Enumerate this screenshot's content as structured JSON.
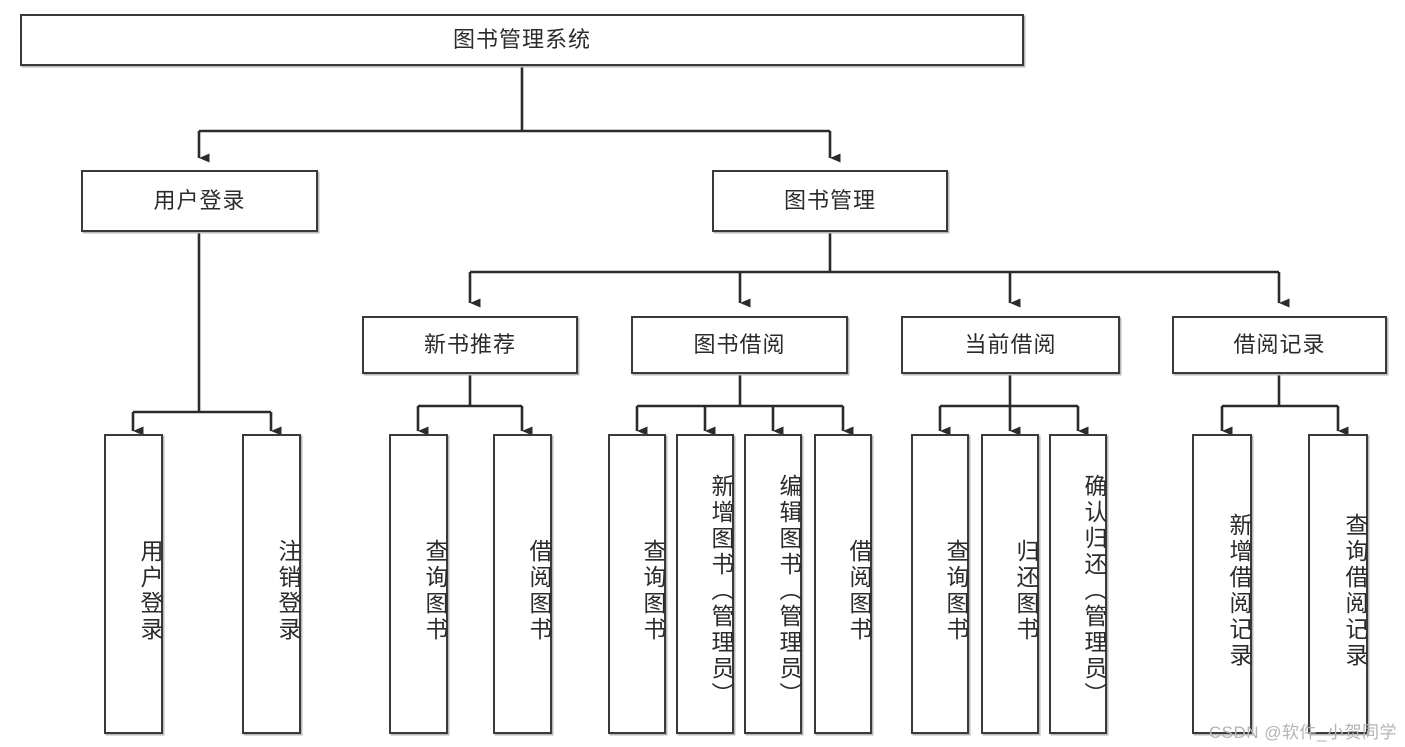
{
  "diagram": {
    "type": "tree",
    "title": "图书管理系统",
    "root": {
      "id": "root",
      "label": "图书管理系统"
    },
    "level2": [
      {
        "id": "user-login",
        "label": "用户登录"
      },
      {
        "id": "book-manage",
        "label": "图书管理"
      }
    ],
    "level3": [
      {
        "id": "new-book-recommend",
        "label": "新书推荐"
      },
      {
        "id": "book-borrow",
        "label": "图书借阅"
      },
      {
        "id": "current-borrow",
        "label": "当前借阅"
      },
      {
        "id": "borrow-record",
        "label": "借阅记录"
      }
    ],
    "leaves": {
      "user_login": [
        {
          "id": "leaf-user-login",
          "label": "用户登录"
        },
        {
          "id": "leaf-logout-login",
          "label": "注销登录"
        }
      ],
      "new_book_recommend": [
        {
          "id": "leaf-query-book-1",
          "label": "查询图书"
        },
        {
          "id": "leaf-borrow-book-1",
          "label": "借阅图书"
        }
      ],
      "book_borrow": [
        {
          "id": "leaf-query-book-2",
          "label": "查询图书"
        },
        {
          "id": "leaf-add-book",
          "label": "新增图书（管理员）"
        },
        {
          "id": "leaf-edit-book",
          "label": "编辑图书（管理员）"
        },
        {
          "id": "leaf-borrow-book-2",
          "label": "借阅图书"
        }
      ],
      "current_borrow": [
        {
          "id": "leaf-query-book-3",
          "label": "查询图书"
        },
        {
          "id": "leaf-return-book",
          "label": "归还图书"
        },
        {
          "id": "leaf-confirm-return",
          "label": "确认归还（管理员）"
        }
      ],
      "borrow_record": [
        {
          "id": "leaf-add-record",
          "label": "新增借阅记录"
        },
        {
          "id": "leaf-query-record",
          "label": "查询借阅记录"
        }
      ]
    }
  },
  "watermark": {
    "text": "CSDN @软件_小贺同学"
  },
  "colors": {
    "box_border": "#3a3a3a",
    "box_fill": "#ffffff",
    "connector": "#2b2b2b",
    "shadow": "#b9b9b9",
    "text": "#2b2b2b",
    "watermark": "#b4b4b4"
  }
}
